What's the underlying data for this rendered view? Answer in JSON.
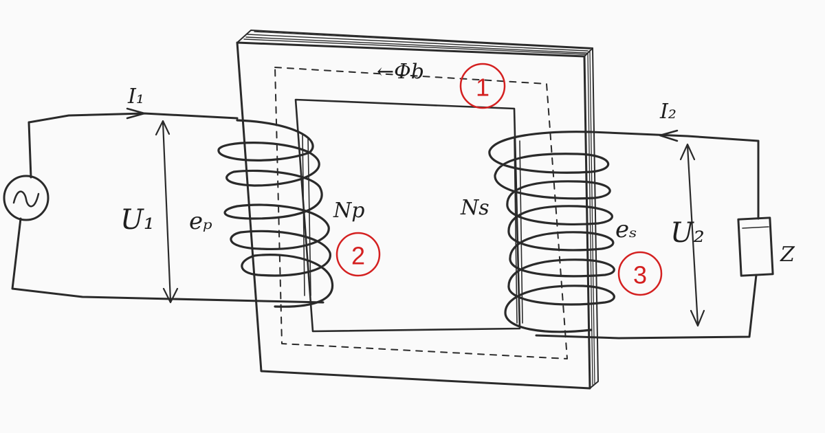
{
  "labels": {
    "i1": "I₁",
    "i2": "I₂",
    "u1": "U₁",
    "u2": "U₂",
    "ep": "eₚ",
    "es": "eₛ",
    "np": "Np",
    "ns": "Ns",
    "phi": "←Φb",
    "z": "Z"
  },
  "badges": [
    {
      "number": "1"
    },
    {
      "number": "2"
    },
    {
      "number": "3"
    }
  ],
  "colors": {
    "ink": "#2a2a2a",
    "badge": "#d42020",
    "paper": "#fafafa"
  }
}
